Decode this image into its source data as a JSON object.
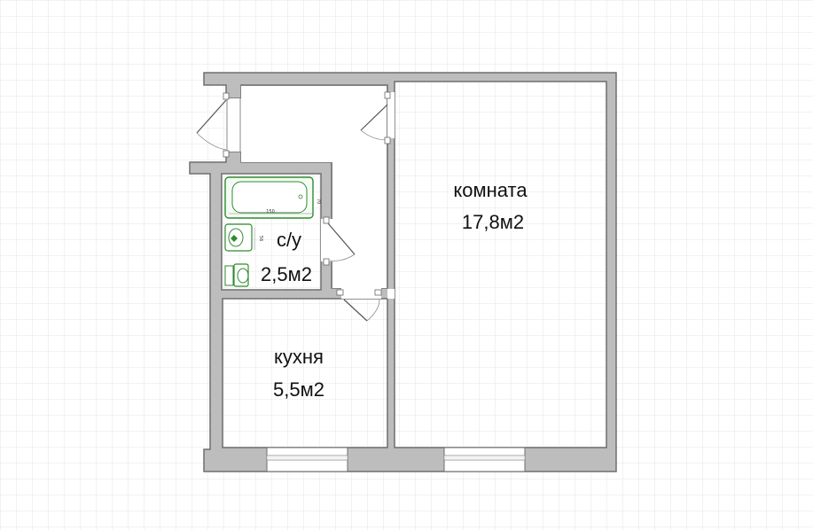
{
  "rooms": {
    "room": {
      "name": "комната",
      "area": "17,8м2"
    },
    "bathroom": {
      "name": "с/у",
      "area": "2,5м2"
    },
    "kitchen": {
      "name": "кухня",
      "area": "5,5м2"
    }
  },
  "dimensions": {
    "bath_length": "150",
    "bath_width": "70",
    "sink_width": "56"
  },
  "colors": {
    "grid": "#e4e4e4",
    "wall": "#bdbdbd",
    "wall_stroke": "#6e6e6e",
    "fixture": "#2e8b2e"
  }
}
